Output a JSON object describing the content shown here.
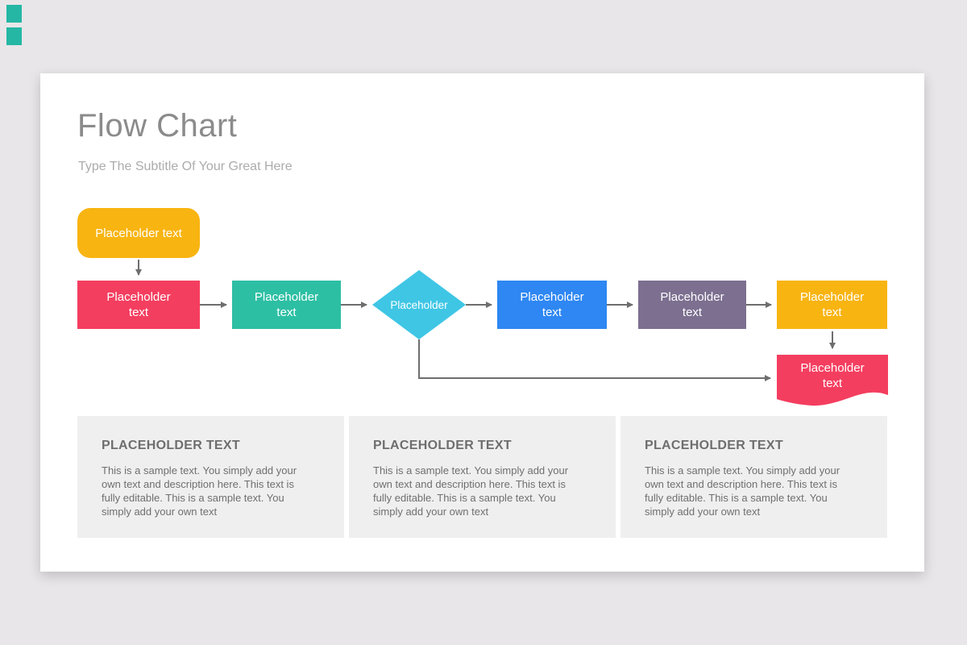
{
  "theme": {
    "desktop_background": "#E8E6E8",
    "slide_background": "#FFFFFF",
    "brand_square_color": "#25B7A4",
    "title_color": "#8B8B8B",
    "subtitle_color": "#ACACAC",
    "card_background": "#F0EFF0"
  },
  "slide": {
    "title": "Flow Chart",
    "subtitle": "Type The Subtitle Of Your Great Here"
  },
  "flowchart": {
    "connector_color": "#6E6E6E",
    "nodes": [
      {
        "id": "start",
        "shape": "rounded-rect",
        "label": "Placeholder text",
        "color": "#F8B411"
      },
      {
        "id": "step-1",
        "shape": "rect",
        "label": "Placeholder\ntext",
        "color": "#F43E5F"
      },
      {
        "id": "step-2",
        "shape": "rect",
        "label": "Placeholder\ntext",
        "color": "#2DBFA4"
      },
      {
        "id": "decision",
        "shape": "diamond",
        "label": "Placeholder",
        "color": "#3FC6E5"
      },
      {
        "id": "step-3",
        "shape": "rect",
        "label": "Placeholder\ntext",
        "color": "#2E87F2"
      },
      {
        "id": "step-4",
        "shape": "rect",
        "label": "Placeholder\ntext",
        "color": "#7C6F90"
      },
      {
        "id": "step-5",
        "shape": "rect",
        "label": "Placeholder\ntext",
        "color": "#F8B411"
      },
      {
        "id": "end",
        "shape": "wave-rect",
        "label": "Placeholder\ntext",
        "color": "#F43E5F"
      }
    ]
  },
  "cards": [
    {
      "heading": "PLACEHOLDER TEXT",
      "body": "This is a sample text. You simply add your\nown text and description here. This text is\nfully editable. This is a sample text. You\nsimply add your own text"
    },
    {
      "heading": "PLACEHOLDER TEXT",
      "body": "This is a sample text. You simply add your\nown text and description here. This text is\nfully editable. This is a sample text. You\nsimply add your own text"
    },
    {
      "heading": "PLACEHOLDER TEXT",
      "body": "This is a sample text. You simply add your\nown text and description here. This text is\nfully editable. This is a sample text. You\nsimply add your own text"
    }
  ]
}
